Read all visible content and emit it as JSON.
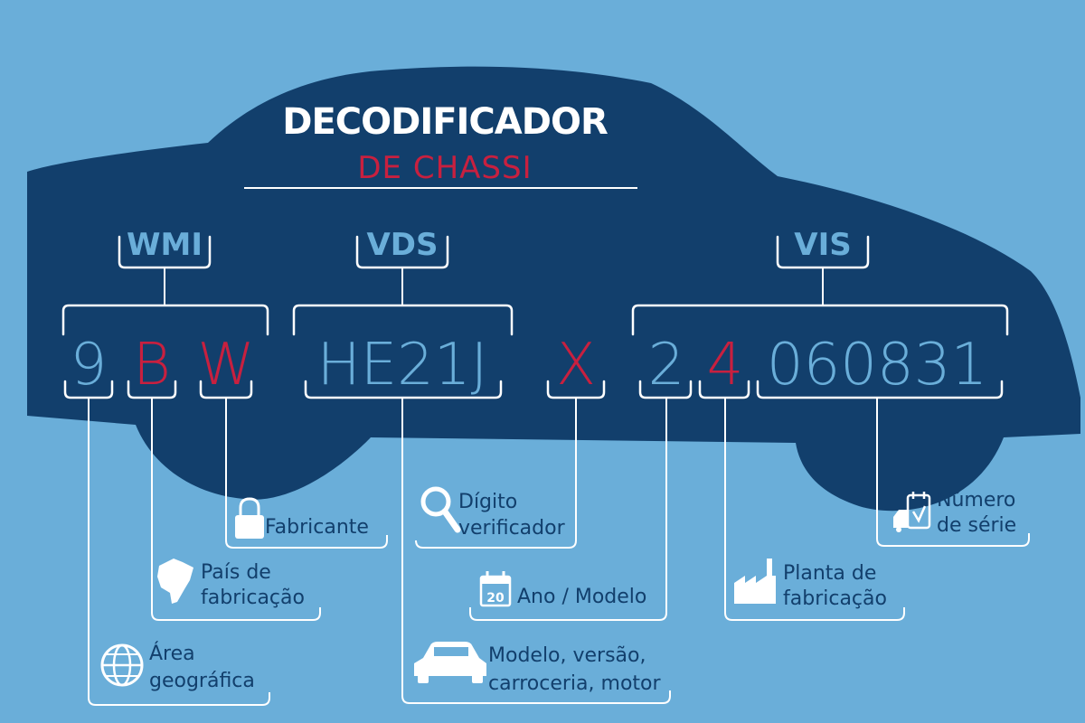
{
  "title": "DECODIFICADOR",
  "subtitle": "DE CHASSI",
  "groups": {
    "wmi": "WMI",
    "vds": "VDS",
    "vis": "VIS"
  },
  "chars": {
    "c1": "9",
    "c2": "B",
    "c3": "W",
    "vds": "HE21J",
    "check": "X",
    "year": "2",
    "plant": "4",
    "serial": "060831"
  },
  "labels": {
    "fabricante": "Fabricante",
    "pais_1": "País de",
    "pais_2": "fabricação",
    "area_1": "Área",
    "area_2": "geográfica",
    "digito_1": "Dígito",
    "digito_2": "verificador",
    "ano": "Ano / Modelo",
    "ano_icon": "20",
    "modelo_1": "Modelo, versão,",
    "modelo_2": "carroceria, motor",
    "planta_1": "Planta de",
    "planta_2": "fabricação",
    "serie_1": "Número",
    "serie_2": "de série"
  },
  "icons": [
    "lock-icon",
    "brazil-map-icon",
    "globe-icon",
    "magnifier-icon",
    "calendar-icon",
    "car-icon",
    "factory-icon",
    "delivery-van-icon"
  ],
  "colors": {
    "background": "#6aaed9",
    "car": "#123f6c",
    "accent_red": "#c8203f",
    "white": "#ffffff"
  }
}
